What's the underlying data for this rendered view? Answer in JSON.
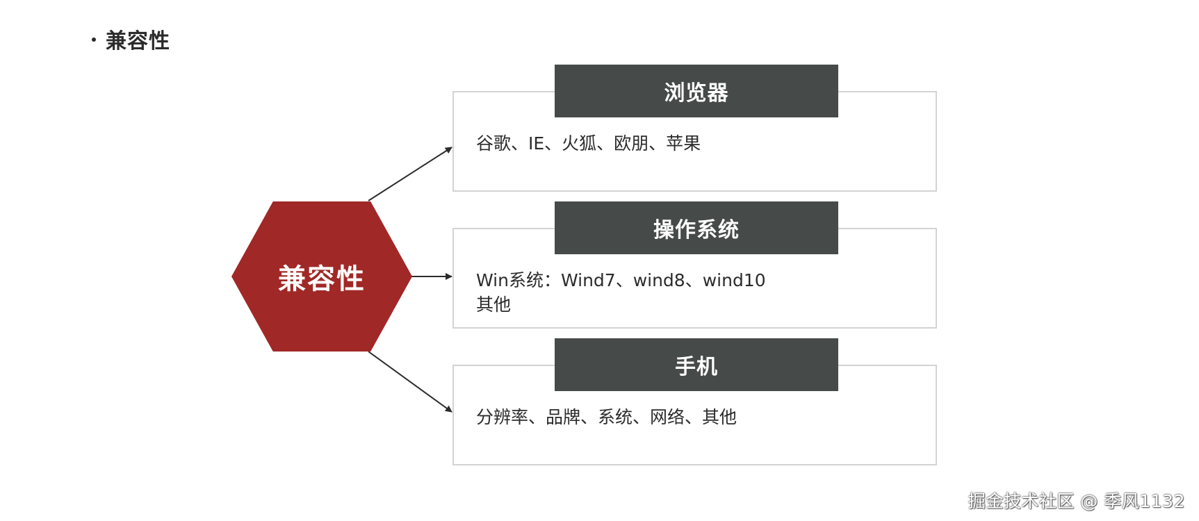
{
  "slide": {
    "title": "兼容性"
  },
  "hub": {
    "label": "兼容性",
    "color": "#a02826"
  },
  "panels": [
    {
      "header": "浏览器",
      "body": "谷歌、IE、火狐、欧朋、苹果"
    },
    {
      "header": "操作系统",
      "body": "Win系统：Wind7、wind8、wind10\n其他"
    },
    {
      "header": "手机",
      "body": "分辨率、品牌、系统、网络、其他"
    }
  ],
  "colors": {
    "header_bg": "#464a49",
    "panel_border": "#d3d3d3",
    "arrow": "#2b2b2b"
  },
  "watermark": "掘金技术社区 @ 季风1132"
}
